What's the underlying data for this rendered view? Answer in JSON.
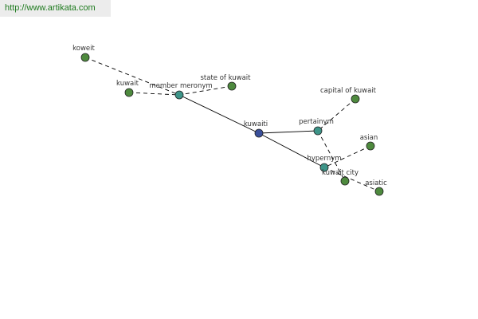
{
  "header": {
    "url": "http://www.artikata.com"
  },
  "graph": {
    "center": "kuwaiti",
    "relations": [
      "member meronym",
      "pertainym",
      "hypernym"
    ],
    "terms": [
      "koweit",
      "kuwait",
      "state of kuwait",
      "capital of kuwait",
      "kuwait city",
      "asian",
      "asiatic"
    ]
  },
  "colors": {
    "center_node": "#3a4f9a",
    "relation_node": "#3d9488",
    "term_node": "#4e8a3e",
    "banner_text": "#1e7a1e"
  }
}
